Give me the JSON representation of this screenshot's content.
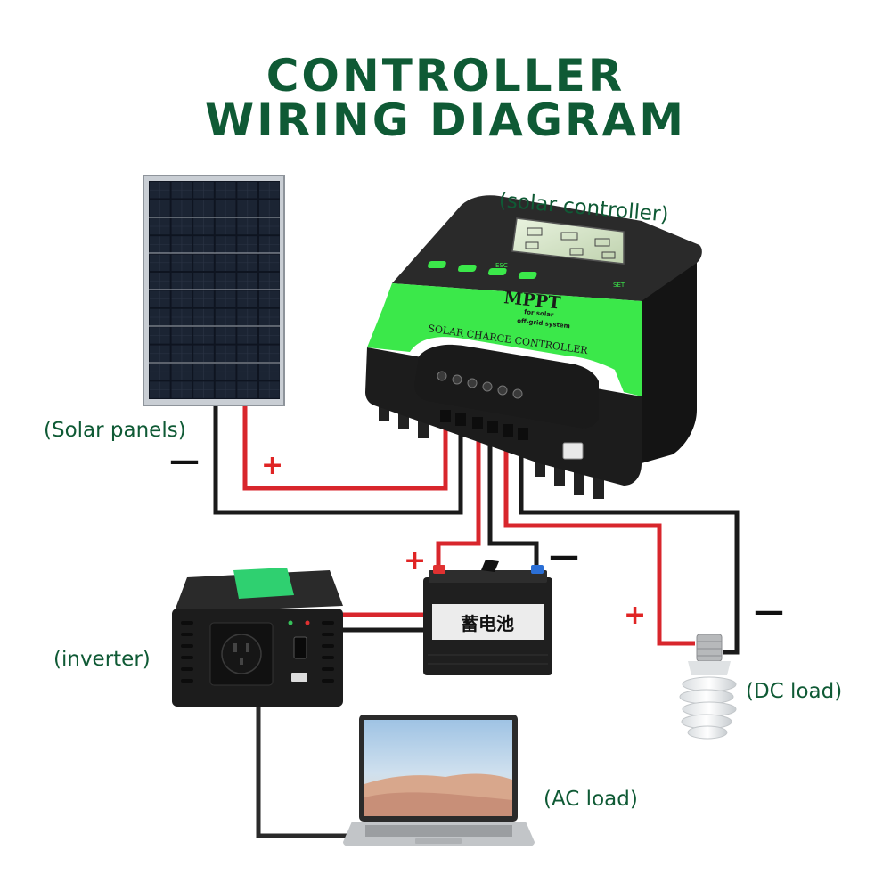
{
  "title": {
    "line1": "CONTROLLER",
    "line2": "WIRING DIAGRAM"
  },
  "labels": {
    "solar_panels": "(Solar panels)",
    "solar_controller": "(solar controller)",
    "inverter": "(inverter)",
    "dc_load": "(DC load)",
    "ac_load": "(AC load)"
  },
  "polarity": {
    "plus": "+",
    "minus": "—"
  },
  "controller": {
    "brand": "MPPT",
    "tagline_1": "for solar",
    "tagline_2": "off-grid system",
    "panel_text": "SOLAR CHARGE CONTROLLER",
    "btn_esc": "ESC",
    "btn_set": "SET"
  },
  "battery": {
    "label": "蓄电池"
  },
  "colors": {
    "title": "#0f5a35",
    "positive_wire": "#d8262c",
    "negative_wire": "#1a1a1a",
    "controller_green": "#3be84a",
    "controller_body": "#1c1c1c"
  }
}
